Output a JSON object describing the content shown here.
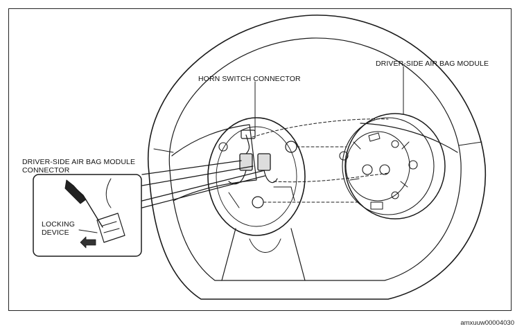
{
  "labels": {
    "horn_switch_connector": "HORN SWITCH CONNECTOR",
    "airbag_module": "DRIVER-SIDE AIR BAG MODULE",
    "airbag_module_connector_line1": "DRIVER-SIDE AIR BAG MODULE",
    "airbag_module_connector_line2": "CONNECTOR",
    "locking_device_line1": "LOCKING",
    "locking_device_line2": "DEVICE"
  },
  "figure_id": "amxuuw00004030"
}
